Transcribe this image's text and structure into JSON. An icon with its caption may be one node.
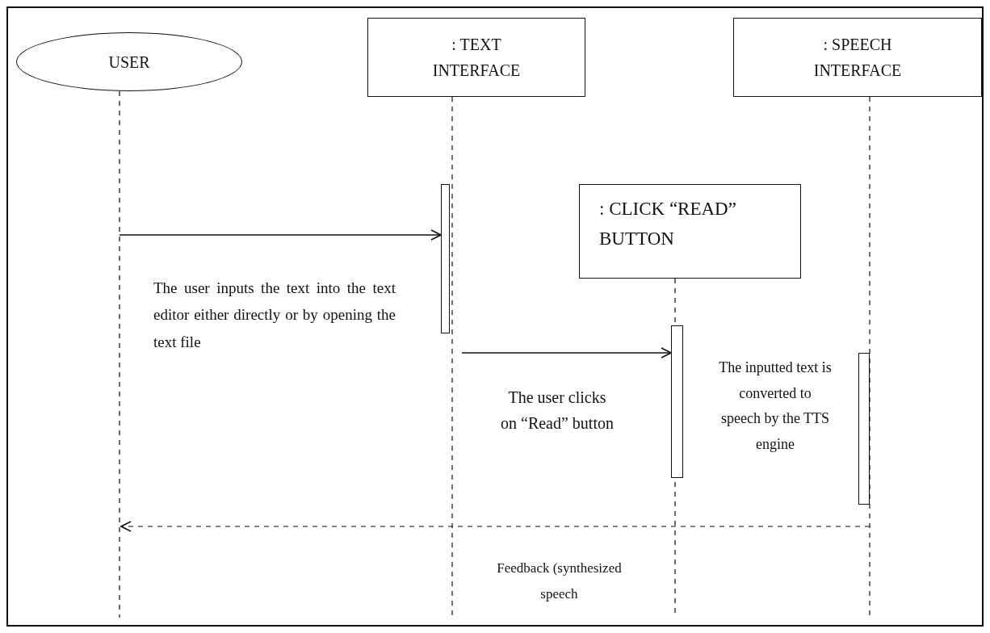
{
  "diagram": {
    "nodes": [
      {
        "text": [
          "USER"
        ]
      },
      {
        "text": [
          ": TEXT INTERFACE"
        ]
      },
      {
        "text": [
          ": SPEECH INTERFACE"
        ]
      },
      {
        "text": [
          ": CLICK “READ” BUTTON"
        ]
      },
      {
        "text": [],
        "shape": "bar"
      },
      {
        "text": [],
        "shape": "bar"
      },
      {
        "text": [],
        "shape": "bar",
        "beside": [
          "The inputted text is converted to speech by the TTS engine"
        ]
      }
    ],
    "edges": [
      {
        "from": 0,
        "to": null,
        "arrow": "none",
        "style": "dashed"
      },
      {
        "from": 1,
        "to": null,
        "arrow": "none",
        "style": "dashed"
      },
      {
        "from": 2,
        "to": null,
        "arrow": "none",
        "style": "dashed"
      },
      {
        "from": 3,
        "to": null,
        "arrow": "none",
        "style": "dashed"
      },
      {
        "from": null,
        "to": 4,
        "arrow": "to",
        "label": "The user inputs the text into the text editor either directly or by opening the text file"
      },
      {
        "from": null,
        "to": 5,
        "arrow": "to",
        "label": "The user clicks on “Read” button"
      },
      {
        "from": 6,
        "to": null,
        "arrow": "to",
        "style": "dashed",
        "label": "Feedback (synthesized speech"
      }
    ]
  }
}
